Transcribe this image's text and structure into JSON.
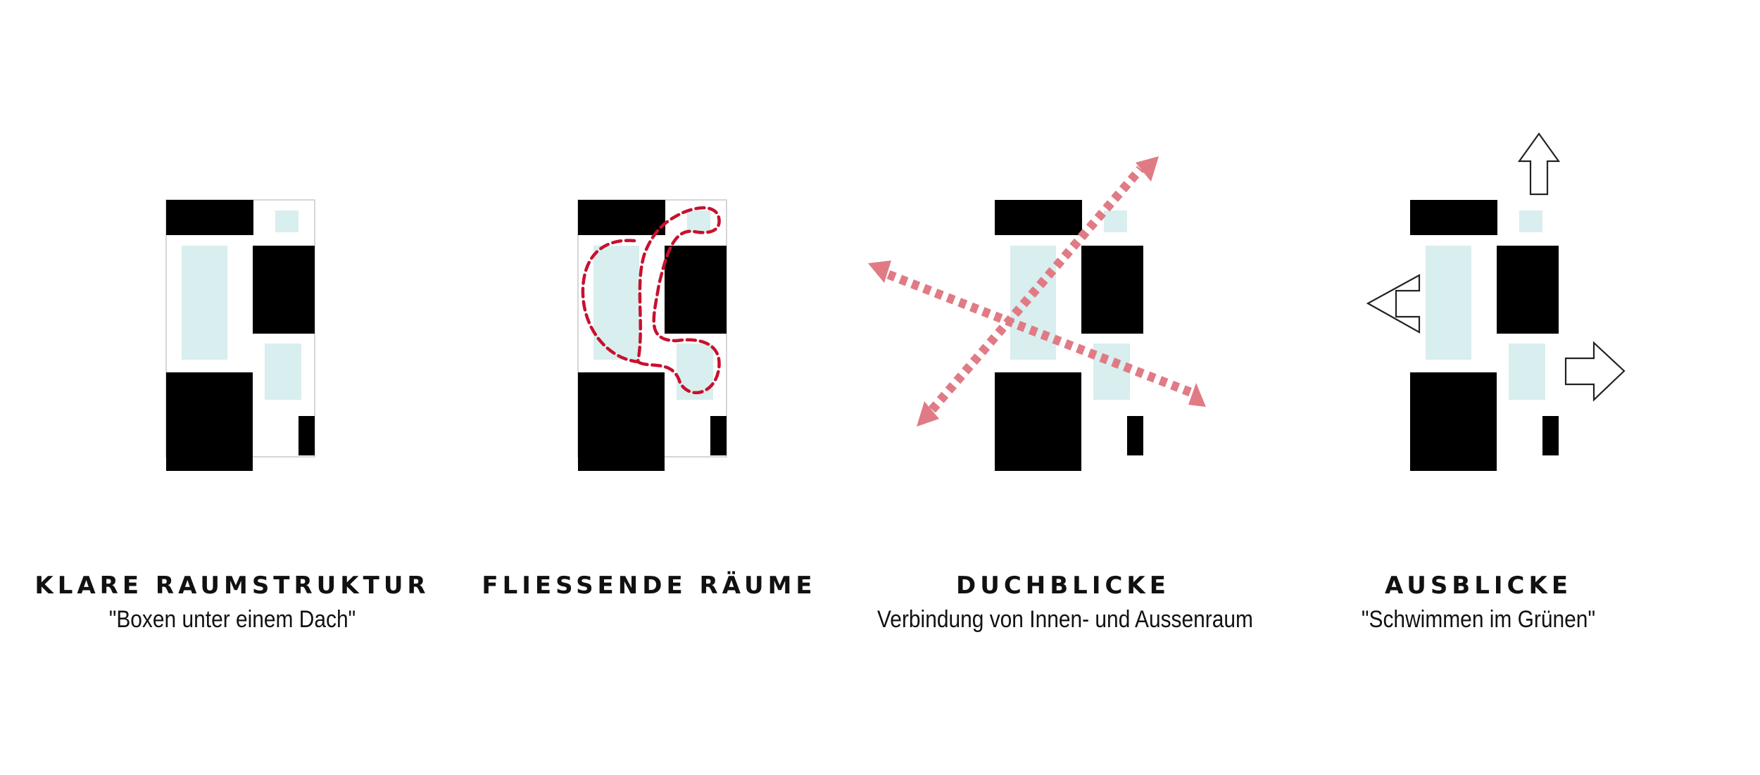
{
  "colors": {
    "block": "#000000",
    "water": "#d9eeee",
    "outline": "#c8c8c8",
    "flow": "#c8102e",
    "sightline": "#e07b86",
    "arrow_stroke": "#222222",
    "arrow_fill": "#ffffff"
  },
  "panels": [
    {
      "title": "KLARE RAUMSTRUKTUR",
      "subtitle": "\"Boxen unter einem Dach\""
    },
    {
      "title": "FLIESSENDE RÄUME",
      "subtitle": ""
    },
    {
      "title": "DUCHBLICKE",
      "subtitle": "Verbindung von Innen- und Aussenraum"
    },
    {
      "title": "AUSBLICKE",
      "subtitle": "\"Schwimmen im Grünen\""
    }
  ],
  "icons": {
    "view_arrow": "outline-arrow-icon",
    "sight_line": "dashed-double-arrow-icon"
  }
}
